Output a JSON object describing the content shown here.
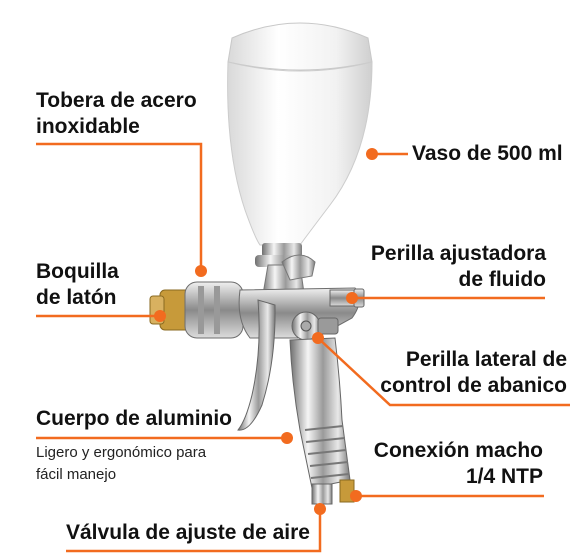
{
  "accent_color": "#F26B1F",
  "labels": {
    "tobera": [
      "Tobera de acero",
      "inoxidable"
    ],
    "vaso": "Vaso de 500 ml",
    "boquilla": [
      "Boquilla",
      "de latón"
    ],
    "perilla_fluido": [
      "Perilla ajustadora",
      "de fluido"
    ],
    "perilla_abanico": [
      "Perilla lateral de",
      "control de abanico"
    ],
    "cuerpo": "Cuerpo de aluminio",
    "cuerpo_sub": [
      "Ligero y ergonómico para",
      "fácil manejo"
    ],
    "conexion": [
      "Conexión macho",
      "1/4 NTP"
    ],
    "valvula": "Válvula de ajuste de aire"
  },
  "icons": [
    "spray-gun-image",
    "callout-dot"
  ]
}
